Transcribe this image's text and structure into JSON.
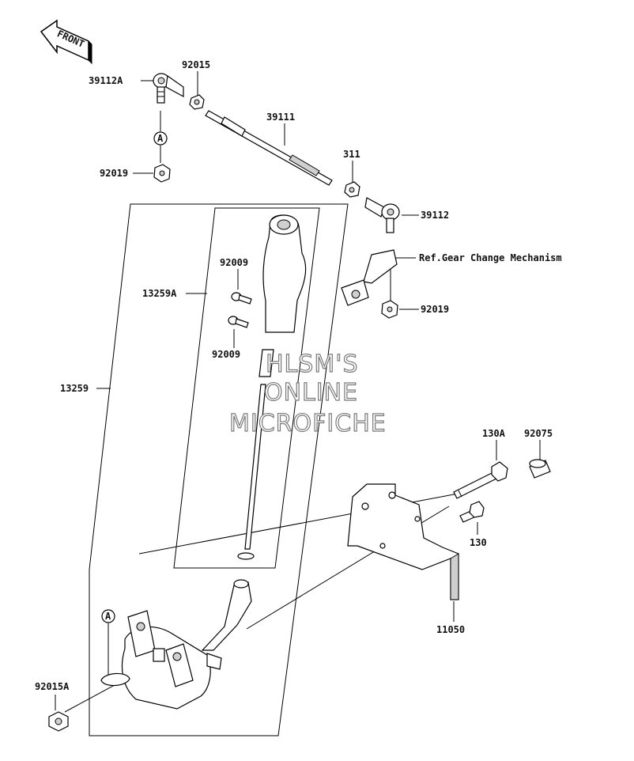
{
  "front_arrow": {
    "text": "FRONT"
  },
  "labels": {
    "p39112A": "39112A",
    "p92015": "92015",
    "p39111": "39111",
    "p311": "311",
    "p39112": "39112",
    "ref": "Ref.Gear Change Mechanism",
    "p92019_top": "92019",
    "p92019_right": "92019",
    "p92009_top": "92009",
    "p92009_bottom": "92009",
    "p13259A": "13259A",
    "p13259": "13259",
    "p130A": "130A",
    "p92075": "92075",
    "p130": "130",
    "p11050": "11050",
    "p92015A": "92015A",
    "callout_a_top": "A",
    "callout_a_bottom": "A"
  },
  "watermark": {
    "line1": "HLSM'S",
    "line2": "ONLINE",
    "line3": "MICROFICHE"
  }
}
